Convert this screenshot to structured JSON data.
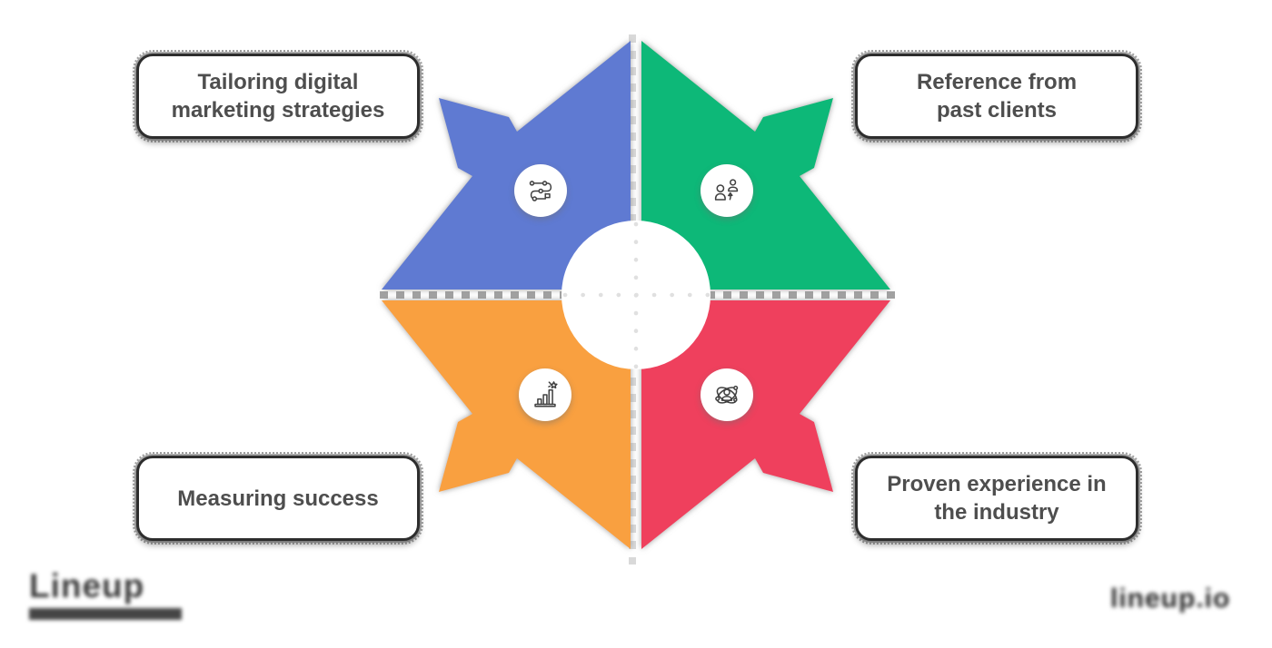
{
  "cards": {
    "top_left": {
      "line1": "Tailoring digital",
      "line2": "marketing strategies"
    },
    "top_right": {
      "line1": "Reference from",
      "line2": "past clients"
    },
    "bottom_left": {
      "line1": "Measuring success",
      "line2": ""
    },
    "bottom_right": {
      "line1": "Proven experience in",
      "line2": "the industry"
    }
  },
  "quadrants": {
    "top_left": {
      "label": "Tailoring digital marketing strategies",
      "color": "#5F7AD2",
      "icon": "route-flag-icon"
    },
    "top_right": {
      "label": "Reference from past clients",
      "color": "#09B878",
      "icon": "client-referral-icon"
    },
    "bottom_left": {
      "label": "Measuring success",
      "color": "#F9A040",
      "icon": "bar-chart-star-icon"
    },
    "bottom_right": {
      "label": "Proven experience in the industry",
      "color": "#EF3F5D",
      "icon": "person-orbit-icon"
    }
  },
  "watermarks": {
    "bottom_left": "Lineup",
    "bottom_right": "lineup.io"
  }
}
